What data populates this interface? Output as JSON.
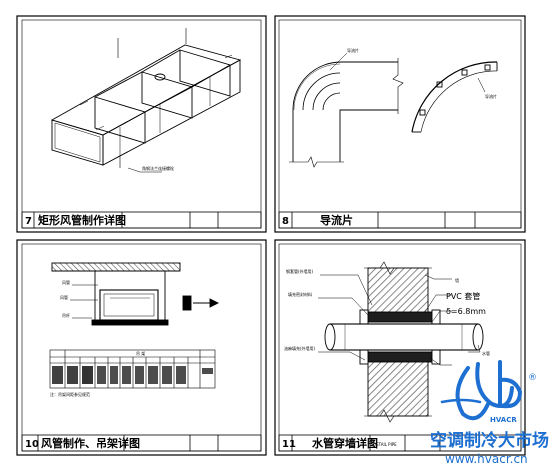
{
  "panels": [
    {
      "number": "7",
      "title": "矩形风管制作详图",
      "callouts": [
        "角钢法兰连接螺栓"
      ]
    },
    {
      "number": "8",
      "title": "导流片",
      "callouts": [
        "导流片",
        "导流片"
      ]
    },
    {
      "number": "10",
      "title": "风管制作、吊架详图",
      "callouts": [
        "风管",
        "风管",
        "吊杆"
      ],
      "table_header": "吊 架",
      "table_note": "注：吊架间距参见规范"
    },
    {
      "number": "11",
      "title": "水管穿墙详图",
      "title_code": "DETAIL PIPE",
      "callouts": [
        "钢套管(外墙用)",
        "填充密封材料",
        "墙",
        "PVC 套管",
        "δ=6.8mm",
        "水管",
        "油麻填充(外墙用)"
      ]
    }
  ],
  "watermark": {
    "logo_text": "HVACR",
    "registered": "®",
    "brand": "空调制冷大市场",
    "url": "www.hvacr.cn"
  },
  "colors": {
    "ink": "#000000",
    "watermark": "#1d6fd1",
    "wall_hatch": "#7a7a7a",
    "seal": "#222222"
  }
}
